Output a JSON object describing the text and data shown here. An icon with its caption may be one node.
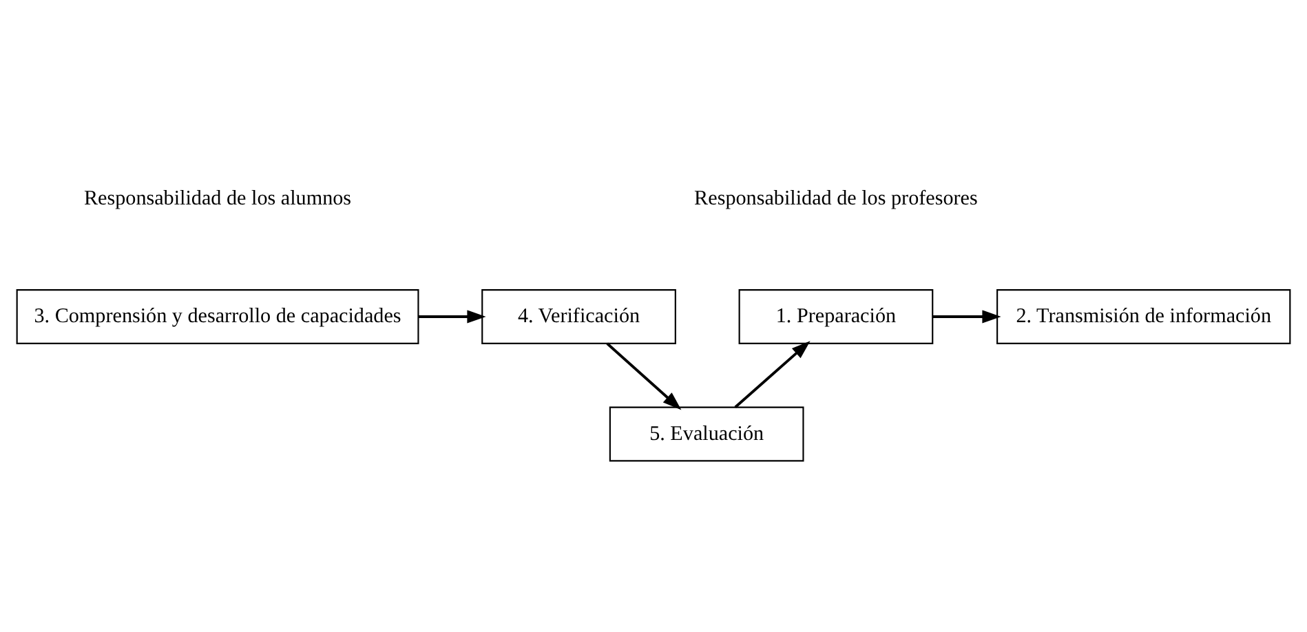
{
  "diagram": {
    "nodes": [
      {
        "text": [
          "1. Preparación"
        ]
      },
      {
        "text": [
          "2. Transmisión de información"
        ]
      },
      {
        "text": [
          "3. Comprensión y desarrollo de capacidades"
        ]
      },
      {
        "text": [
          "4. Verificación"
        ]
      },
      {
        "text": [
          "5. Evaluación"
        ]
      }
    ],
    "edges": [
      {
        "from": 0,
        "to": 1,
        "arrow": "to"
      },
      {
        "from": 2,
        "to": 3,
        "arrow": "to"
      },
      {
        "from": 3,
        "to": 4,
        "arrow": "to"
      },
      {
        "from": 4,
        "to": 0,
        "arrow": "to"
      }
    ],
    "labels": [
      "Responsabilidad de los profesores",
      "Responsabilidad de los alumnos"
    ]
  }
}
